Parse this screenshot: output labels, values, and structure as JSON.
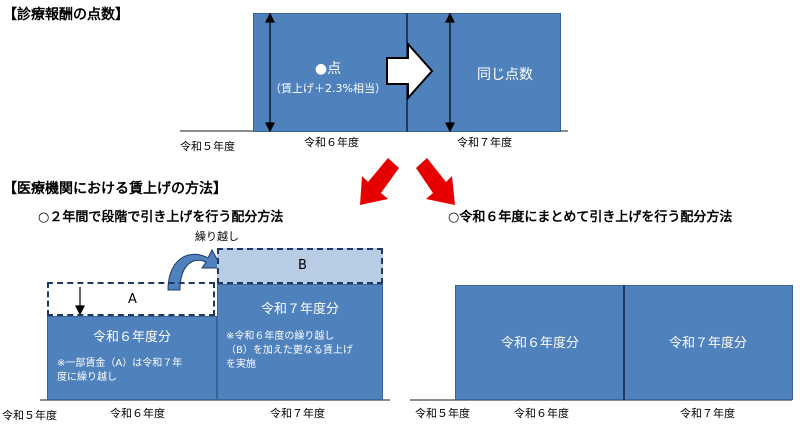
{
  "top": {
    "heading": "【診療報酬の点数】",
    "box_left": {
      "line1": "●点",
      "line2": "（賃上げ＋2.3%相当）"
    },
    "box_right": "同じ点数",
    "axis_labels": {
      "r5": "令和５年度",
      "r6": "令和６年度",
      "r7": "令和７年度"
    }
  },
  "section2": {
    "heading": "【医療機関における賃上げの方法】"
  },
  "left": {
    "title": "○２年間で段階で引き上げを行う配分方法",
    "carry_label": "繰り越し",
    "box_a_label": "A",
    "box_b_label": "B",
    "r6_title": "令和６年度分",
    "r6_note_line1": "※一部賃金（A）は令和７年",
    "r6_note_line2": "度に繰り越し",
    "r7_title": "令和７年度分",
    "r7_note_line1": "※令和６年度の繰り越し",
    "r7_note_line2": "（B）を加えた更なる賃上げ",
    "r7_note_line3": "を実施",
    "axis_labels": {
      "r5": "令和５年度",
      "r6": "令和６年度",
      "r7": "令和７年度"
    }
  },
  "right": {
    "title": "○令和６年度にまとめて引き上げを行う配分方法",
    "r6_title": "令和６年度分",
    "r7_title": "令和７年度分",
    "axis_labels": {
      "r5": "令和５年度",
      "r6": "令和６年度",
      "r7": "令和７年度"
    }
  },
  "colors": {
    "box_fill": "#4f81bd",
    "box_b_fill": "#b8cce4",
    "arrow_red": "#e60000",
    "dashed": "#1f3864",
    "axis": "#8c8c8c"
  }
}
